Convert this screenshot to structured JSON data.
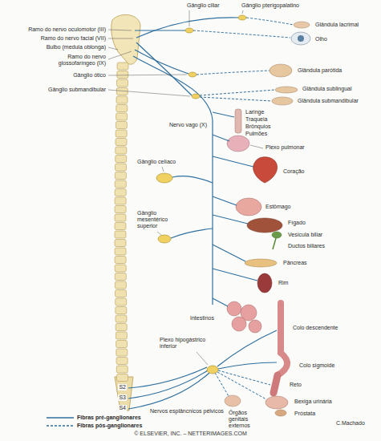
{
  "diagram": {
    "caption": "© ELSEVIER, INC. – NETTERIMAGES.COM",
    "labels": [
      "Gânglio ciliar",
      "Gânglio pterigopalatino",
      "Ramo do nervo oculomotor (III)",
      "Ramo do nervo facial (VII)",
      "Bulbo (medula oblonga)",
      "Ramo do nervo glossofaríngeo (IX)",
      "Gânglio ótico",
      "Gânglio submandibular",
      "Glândula lacrimal",
      "Olho",
      "Glândula parótida",
      "Glândula sublingual",
      "Glândula submandibular",
      "Laringe",
      "Traqueia",
      "Brônquios",
      "Pulmões",
      "Nervo vago (X)",
      "Plexo pulmonar",
      "Coração",
      "Gânglio celíaco",
      "Estômago",
      "Fígado",
      "Vesícula biliar",
      "Ductos biliares",
      "Pâncreas",
      "Gânglio mesentérico superior",
      "Rim",
      "Intestinos",
      "Colo descendente",
      "Plexo hipogástrico inferior",
      "Colo sigmoide",
      "Reto",
      "S2",
      "S3",
      "S4",
      "Nervos esplâncnicos pélvicos",
      "Bexiga urinária",
      "Próstata",
      "Órgãos genitais externos",
      "C.Machado"
    ],
    "legend": [
      {
        "text": "Fibras pré-ganglionares"
      },
      {
        "text": "Fibras pós-ganglionares"
      }
    ]
  }
}
